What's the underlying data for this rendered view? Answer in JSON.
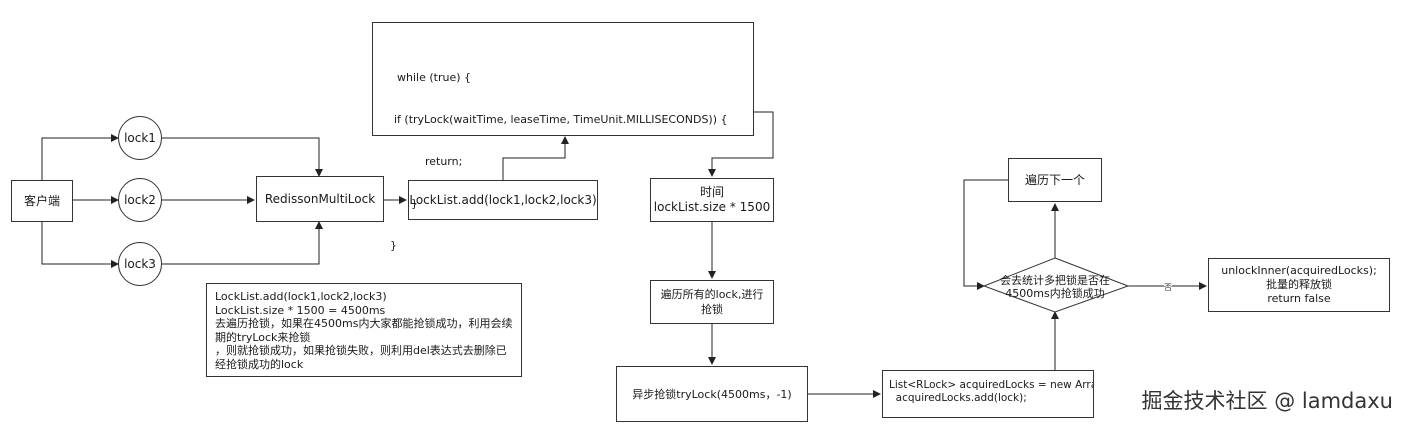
{
  "nodes": {
    "client": "客户端",
    "lock1": "lock1",
    "lock2": "lock2",
    "lock3": "lock3",
    "multilock": "RedissonMultiLock",
    "locklist_add": "LockList.add(lock1,lock2,lock3)",
    "time_line1": "时间",
    "time_line2": "lockList.size * 1500",
    "iterate_line1": "遍历所有的lock,进行",
    "iterate_line2": "抢锁",
    "async_trylock": "异步抢锁tryLock(4500ms，-1)",
    "next_item": "遍历下一个",
    "decision_line1": "会去统计多把锁是否在",
    "decision_line2": "4500ms内抢锁成功",
    "unlock_line1": "unlockInner(acquiredLocks);",
    "unlock_line2": "批量的释放锁",
    "unlock_line3": "return false"
  },
  "code_block": {
    "lines": [
      "while (true) {",
      "if (tryLock(waitTime, leaseTime, TimeUnit.MILLISECONDS)) {",
      "        return;",
      "    }",
      "}"
    ]
  },
  "note": {
    "lines": [
      "LockList.add(lock1,lock2,lock3)",
      "LockList.size * 1500 = 4500ms",
      "去遍历抢锁，如果在4500ms内大家都能抢锁成功，利用会续",
      "期的tryLock来抢锁",
      "，则就抢锁成功，如果抢锁失败，则利用del表达式去删除已",
      "经抢锁成功的lock"
    ]
  },
  "acquired_block": {
    "line1": "List<RLock> acquiredLocks = new ArrayList<>(locks.size());",
    "line2": "  acquiredLocks.add(lock);"
  },
  "edge_labels": {
    "no": "否"
  },
  "watermark": "掘金技术社区 @ lamdaxu"
}
